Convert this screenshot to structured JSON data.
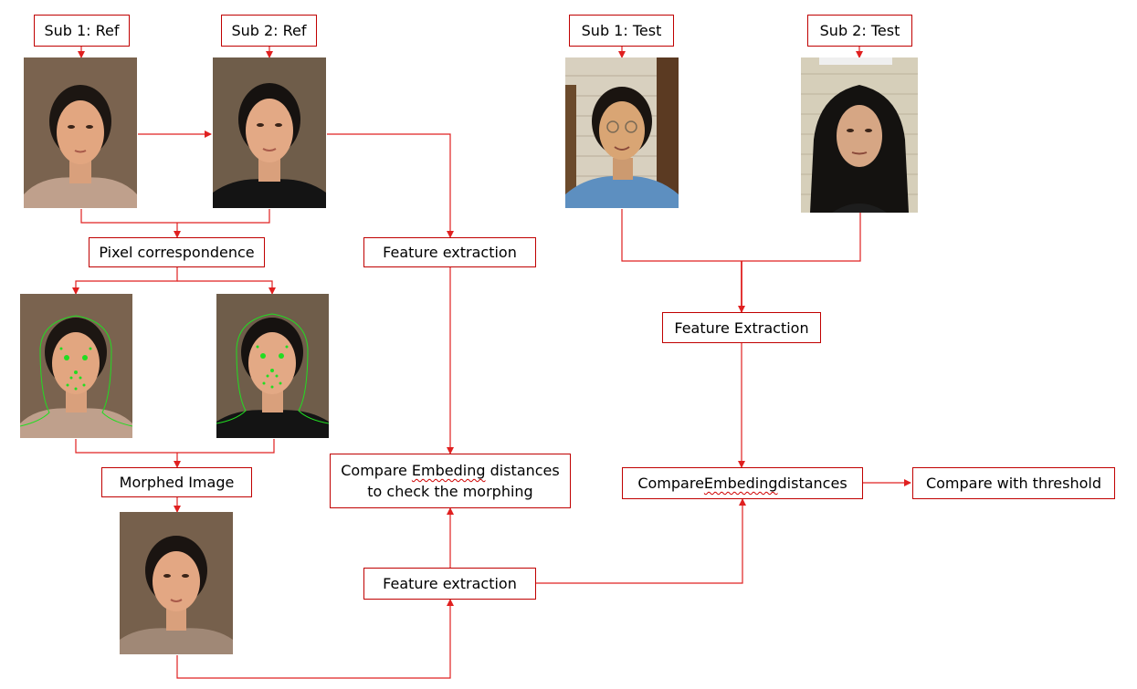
{
  "labels": {
    "sub1_ref": "Sub 1: Ref",
    "sub2_ref": "Sub 2: Ref",
    "sub1_test": "Sub 1: Test",
    "sub2_test": "Sub 2: Test",
    "pixel_correspondence": "Pixel correspondence",
    "feature_extraction_top": "Feature extraction",
    "feature_extraction_test": "Feature Extraction",
    "morphed_image": "Morphed Image",
    "compare_morph_pre": "Compare ",
    "compare_morph_word": "Embeding",
    "compare_morph_post": " distances",
    "compare_morph_line2": "to check the morphing",
    "compare_test_pre": "Compare ",
    "compare_test_word": "Embeding",
    "compare_test_post": " distances",
    "compare_threshold": "Compare with threshold",
    "feature_extraction_bottom": "Feature extraction"
  },
  "colors": {
    "arrow": "#e02020",
    "box_border": "#c00000",
    "landmark": "#22dd22"
  }
}
